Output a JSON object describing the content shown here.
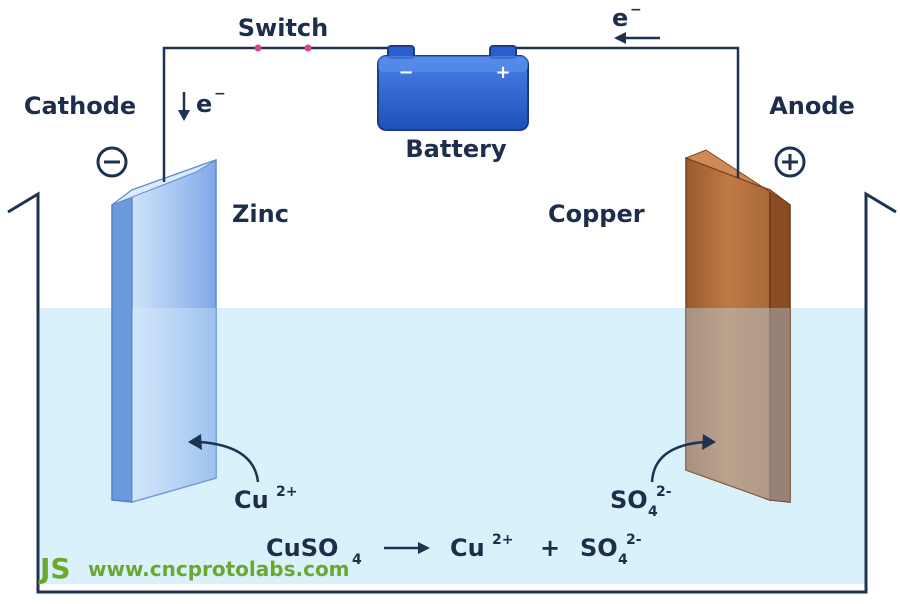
{
  "labels": {
    "switch": "Switch",
    "battery": "Battery",
    "cathode": "Cathode",
    "anode": "Anode",
    "zinc": "Zinc",
    "copper": "Copper",
    "electron": "e",
    "electron_sup": "−",
    "minus_terminal": "−",
    "plus_terminal": "+",
    "cathode_sign": "−",
    "anode_sign": "+"
  },
  "ions": {
    "cu": "Cu",
    "cu_charge": "2+",
    "so": "SO",
    "so_sub": "4",
    "so_charge": "2-"
  },
  "equation": {
    "reactant": "CuSO",
    "reactant_sub": "4",
    "arrow": "⟶",
    "product1": "Cu",
    "product1_charge": "2+",
    "plus": "+",
    "product2": "SO",
    "product2_sub": "4",
    "product2_charge": "2-"
  },
  "watermark": {
    "logo": "JS",
    "url": "www.cncprotolabs.com"
  },
  "colors": {
    "wire": "#1e3352",
    "solution": "#d9f1fb",
    "zinc_front": "#a8c8f2",
    "zinc_side": "#6c98dc",
    "copper_front": "#b8703c",
    "copper_side": "#8a4c22",
    "battery": "#2357c9",
    "watermark": "#6aa830"
  }
}
